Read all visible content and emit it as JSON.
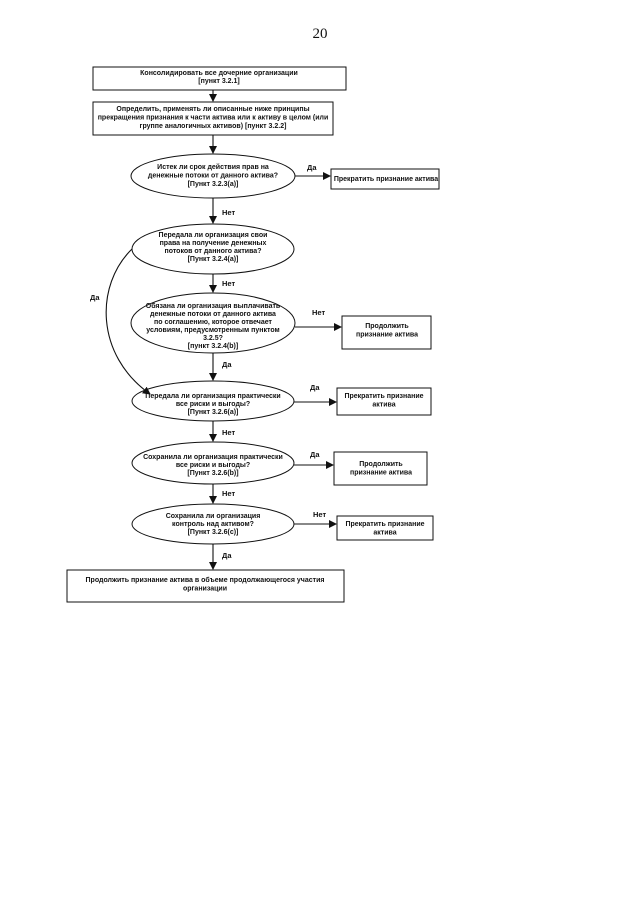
{
  "page_number": "20",
  "nodes": {
    "consolidate": [
      "Консолидировать все дочерние организации",
      "[пункт 3.2.1]"
    ],
    "determine": [
      "Определить, применять ли описанные ниже принципы",
      "прекращения признания к части актива или к активу в целом (или",
      "группе аналогичных активов) [пункт 3.2.2]"
    ],
    "d1": [
      "Истек ли срок действия прав на",
      "денежные потоки от данного актива?",
      "[Пункт 3.2.3(a)]"
    ],
    "stop1": [
      "Прекратить признание актива"
    ],
    "d2": [
      "Передала ли организация свои",
      "права на получение денежных",
      "потоков от данного актива?",
      "[Пункт 3.2.4(a)]"
    ],
    "d3": [
      "Обязана ли организация выплачивать",
      "денежные потоки от данного актива",
      "по соглашению, которое отвечает",
      "условиям, предусмотренным пунктом",
      "3.2.5?",
      "[пункт 3.2.4(b)]"
    ],
    "continue1": [
      "Продолжить",
      "признание актива"
    ],
    "d4": [
      "Передала ли организация практически",
      "все риски и выгоды?",
      "[Пункт 3.2.6(a)]"
    ],
    "stop2": [
      "Прекратить признание",
      "актива"
    ],
    "d5": [
      "Сохранила ли организация практически",
      "все риски и выгоды?",
      "[Пункт 3.2.6(b)]"
    ],
    "continue2": [
      "Продолжить",
      "признание актива"
    ],
    "d6": [
      "Сохранила ли организация",
      "контроль над активом?",
      "[Пункт 3.2.6(c)]"
    ],
    "stop3": [
      "Прекратить признание",
      "актива"
    ],
    "final": [
      "Продолжить признание актива в объеме продолжающегося участия",
      "организации"
    ]
  },
  "edge_labels": {
    "d1_yes": "Да",
    "d1_no": "Нет",
    "d2_no": "Нет",
    "d2_yes": "Да",
    "d3_no": "Нет",
    "d3_yes": "Да",
    "d4_yes": "Да",
    "d4_no": "Нет",
    "d5_yes": "Да",
    "d5_no": "Нет",
    "d6_no": "Нет",
    "d6_yes": "Да"
  }
}
